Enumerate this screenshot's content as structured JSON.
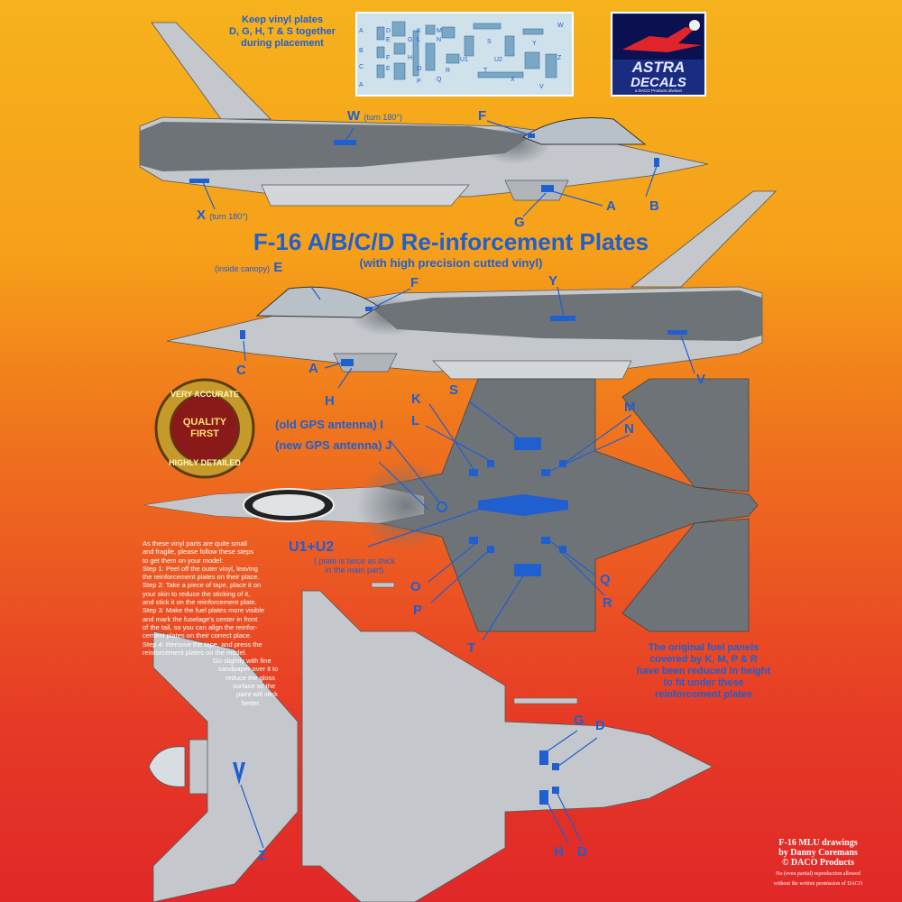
{
  "header": {
    "keep_note": [
      "Keep vinyl plates",
      "D, G, H, T & S together",
      "during placement"
    ],
    "brand_line1": "ASTRA",
    "brand_line2": "DECALS",
    "brand_sub": "a DACO Products division"
  },
  "title": {
    "main": "F-16 A/B/C/D   Re-inforcement Plates",
    "sub": "(with high precision cutted vinyl)"
  },
  "vinyl_plate_letters": [
    "A",
    "B",
    "C",
    "D",
    "E",
    "F",
    "G",
    "H",
    "I",
    "J",
    "K",
    "L",
    "M",
    "N",
    "O",
    "P",
    "Q",
    "R",
    "S",
    "T",
    "U1",
    "U2",
    "V",
    "W",
    "X",
    "Y",
    "Z"
  ],
  "labels": {
    "W": "W",
    "W_note": "(turn 180°)",
    "X": "X",
    "X_note": "(turn 180°)",
    "F": "F",
    "A": "A",
    "B": "B",
    "G": "G",
    "E": "E",
    "E_note": "(inside canopy)",
    "Y": "Y",
    "C": "C",
    "H": "H",
    "V": "V",
    "K": "K",
    "L": "L",
    "S": "S",
    "M": "M",
    "N": "N",
    "I_note": "(old GPS antenna) I",
    "J_note": "(new GPS antenna) J",
    "U": "U1+U2",
    "U_note": [
      "( plate is twice as thick",
      "in the main part)"
    ],
    "O": "O",
    "P": "P",
    "Q": "Q",
    "R": "R",
    "T": "T",
    "Z": "Z",
    "D": "D"
  },
  "badge": {
    "top": "VERY ACCURATE",
    "bottom": "HIGHLY DETAILED",
    "center1": "QUALITY",
    "center2": "FIRST"
  },
  "instructions": [
    "As these vinyl parts are quite small",
    "and fragile, please follow these steps",
    "to get them on your model:",
    "Step 1: Peel off the outer vinyl, leaving",
    "the reinforcement plates on their place.",
    "Step 2: Take a piece of tape, place it on",
    "your skin to reduce the sticking of it,",
    "and stick it on the reinforcement plate.",
    "Step 3: Make the fuel plates more visible",
    "and mark the fuselage's center in front",
    "of the tail, so you can align the reinfor-",
    "cement plates on their correct place.",
    "Step 4: Remove the tape, and press the",
    "reinforcement plates on the model.",
    "Go slightly with fine",
    "sandpaper over it to",
    "reduce the gloss",
    "surface so the",
    "paint will stick",
    "better."
  ],
  "fuel_note": [
    "The original fuel panels",
    "covered by K, M, P & R",
    "have been reduced in height",
    "to fit under these",
    "reinforcement plates"
  ],
  "credits": [
    "F-16 MLU drawings",
    "by Danny Coremans",
    "© DACO Products"
  ],
  "copyright": [
    "No (even partial) reproduction allowed",
    "without the written permission of DACO"
  ],
  "colors": {
    "blue": "#1f5fd0",
    "light_grey": "#c4c8cc",
    "dark_grey": "#6e7378",
    "bg_top": "#f6b21c",
    "bg_bottom": "#e02828"
  }
}
